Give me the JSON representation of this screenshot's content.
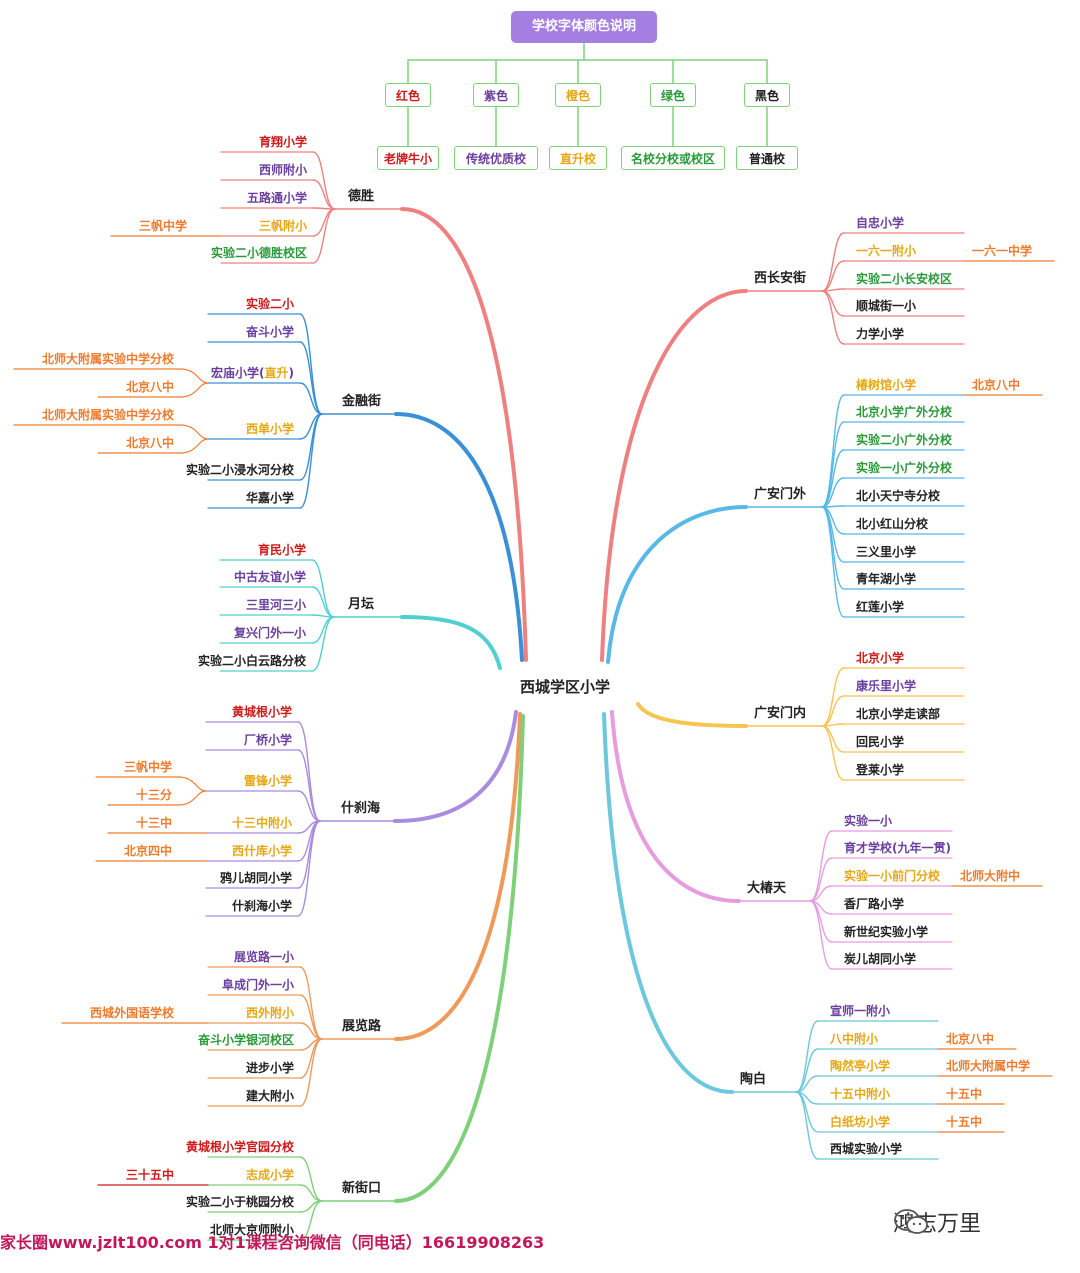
{
  "colors": {
    "red": "#cc1b1b",
    "purple": "#6a3fa0",
    "orange": "#ef7c2e",
    "gold": "#e6a817",
    "green": "#2a9a3a",
    "black": "#222222",
    "legend_line": "#7fd47a"
  },
  "legend": {
    "title": "学校字体颜色说明",
    "items": [
      {
        "color_name": "红色",
        "meaning": "老牌牛小",
        "color": "#cc1b1b"
      },
      {
        "color_name": "紫色",
        "meaning": "传统优质校",
        "color": "#6a3fa0"
      },
      {
        "color_name": "橙色",
        "meaning": "直升校",
        "color": "#e6a817"
      },
      {
        "color_name": "绿色",
        "meaning": "名校分校或校区",
        "color": "#2a9a3a"
      },
      {
        "color_name": "黑色",
        "meaning": "普通校",
        "color": "#222222"
      }
    ]
  },
  "center": "西城学区小学",
  "branches": [
    {
      "name": "德胜",
      "color": "#ef8080",
      "side": "left",
      "schools": [
        {
          "name": "育翔小学",
          "tone": "red"
        },
        {
          "name": "西师附小",
          "tone": "purple"
        },
        {
          "name": "五路通小学",
          "tone": "purple"
        },
        {
          "name": "三帆附小",
          "tone": "gold",
          "next": "三帆中学",
          "next_tone": "orange"
        },
        {
          "name": "实验二小德胜校区",
          "tone": "green"
        }
      ]
    },
    {
      "name": "金融街",
      "color": "#3a8fd6",
      "side": "left",
      "schools": [
        {
          "name": "实验二小",
          "tone": "red"
        },
        {
          "name": "奋斗小学",
          "tone": "purple"
        },
        {
          "name": "宏庙小学(",
          "tone": "purple",
          "suffix": "直升",
          "suffix_tone": "gold",
          "suffix_end": ")",
          "next": [
            "北师大附属实验中学分校",
            "北京八中"
          ],
          "next_tone": "orange"
        },
        {
          "name": "西单小学",
          "tone": "gold",
          "next": [
            "北师大附属实验中学分校",
            "北京八中"
          ],
          "next_tone": "orange"
        },
        {
          "name": "实验二小浸水河分校",
          "tone": "black"
        },
        {
          "name": "华嘉小学",
          "tone": "black"
        }
      ]
    },
    {
      "name": "月坛",
      "color": "#4fd0cf",
      "side": "left",
      "schools": [
        {
          "name": "育民小学",
          "tone": "red"
        },
        {
          "name": "中古友谊小学",
          "tone": "purple"
        },
        {
          "name": "三里河三小",
          "tone": "purple"
        },
        {
          "name": "复兴门外一小",
          "tone": "purple"
        },
        {
          "name": "实验二小白云路分校",
          "tone": "black"
        }
      ]
    },
    {
      "name": "什刹海",
      "color": "#a98be0",
      "side": "left",
      "schools": [
        {
          "name": "黄城根小学",
          "tone": "red"
        },
        {
          "name": "厂桥小学",
          "tone": "purple"
        },
        {
          "name": "雷锋小学",
          "tone": "gold",
          "next": [
            "三帆中学",
            "十三分"
          ],
          "next_tone": "orange"
        },
        {
          "name": "十三中附小",
          "tone": "gold",
          "next": "十三中",
          "next_tone": "orange"
        },
        {
          "name": "西什库小学",
          "tone": "gold",
          "next": "北京四中",
          "next_tone": "orange"
        },
        {
          "name": "鸦儿胡同小学",
          "tone": "black"
        },
        {
          "name": "什刹海小学",
          "tone": "black"
        }
      ]
    },
    {
      "name": "展览路",
      "color": "#ef9a5a",
      "side": "left",
      "schools": [
        {
          "name": "展览路一小",
          "tone": "purple"
        },
        {
          "name": "阜成门外一小",
          "tone": "purple"
        },
        {
          "name": "西外附小",
          "tone": "gold",
          "next": "西城外国语学校",
          "next_tone": "orange"
        },
        {
          "name": "奋斗小学银河校区",
          "tone": "green"
        },
        {
          "name": "进步小学",
          "tone": "black"
        },
        {
          "name": "建大附小",
          "tone": "black"
        }
      ]
    },
    {
      "name": "新街口",
      "color": "#7ed07a",
      "side": "left",
      "schools": [
        {
          "name": "黄城根小学官园分校",
          "tone": "red"
        },
        {
          "name": "志成小学",
          "tone": "gold",
          "next": "三十五中",
          "next_tone": "red"
        },
        {
          "name": "实验二小于桃园分校",
          "tone": "black"
        },
        {
          "name": "北师大京师附小",
          "tone": "black"
        }
      ]
    },
    {
      "name": "西长安街",
      "color": "#ef8080",
      "side": "right",
      "schools": [
        {
          "name": "自忠小学",
          "tone": "purple"
        },
        {
          "name": "一六一附小",
          "tone": "gold",
          "next": "一六一中学",
          "next_tone": "orange"
        },
        {
          "name": "实验二小长安校区",
          "tone": "green"
        },
        {
          "name": "顺城街一小",
          "tone": "black"
        },
        {
          "name": "力学小学",
          "tone": "black"
        }
      ]
    },
    {
      "name": "广安门外",
      "color": "#58b8e6",
      "side": "right",
      "schools": [
        {
          "name": "椿树馆小学",
          "tone": "gold",
          "next": "北京八中",
          "next_tone": "orange"
        },
        {
          "name": "北京小学广外分校",
          "tone": "green"
        },
        {
          "name": "实验二小广外分校",
          "tone": "green"
        },
        {
          "name": "实验一小广外分校",
          "tone": "green"
        },
        {
          "name": "北小天宁寺分校",
          "tone": "black"
        },
        {
          "name": "北小红山分校",
          "tone": "black"
        },
        {
          "name": "三义里小学",
          "tone": "black"
        },
        {
          "name": "青年湖小学",
          "tone": "black"
        },
        {
          "name": "红莲小学",
          "tone": "black"
        }
      ]
    },
    {
      "name": "广安门内",
      "color": "#f5c451",
      "side": "right",
      "schools": [
        {
          "name": "北京小学",
          "tone": "red"
        },
        {
          "name": "康乐里小学",
          "tone": "purple"
        },
        {
          "name": "北京小学走读部",
          "tone": "black"
        },
        {
          "name": "回民小学",
          "tone": "black"
        },
        {
          "name": "登莱小学",
          "tone": "black"
        }
      ]
    },
    {
      "name": "大椿天",
      "color": "#e89ce0",
      "side": "right",
      "schools": [
        {
          "name": "实验一小",
          "tone": "purple"
        },
        {
          "name": "育才学校(九年一贯)",
          "tone": "purple"
        },
        {
          "name": "实验一小前门分校",
          "tone": "gold",
          "next": "北师大附中",
          "next_tone": "orange"
        },
        {
          "name": "香厂路小学",
          "tone": "black"
        },
        {
          "name": "新世纪实验小学",
          "tone": "black"
        },
        {
          "name": "炭儿胡同小学",
          "tone": "black"
        }
      ]
    },
    {
      "name": "陶白",
      "color": "#6cc8dc",
      "side": "right",
      "schools": [
        {
          "name": "宣师一附小",
          "tone": "purple"
        },
        {
          "name": "八中附小",
          "tone": "gold",
          "next": "北京八中",
          "next_tone": "orange"
        },
        {
          "name": "陶然亭小学",
          "tone": "gold",
          "next": "北师大附属中学",
          "next_tone": "orange"
        },
        {
          "name": "十五中附小",
          "tone": "gold",
          "next": "十五中",
          "next_tone": "orange"
        },
        {
          "name": "白纸坊小学",
          "tone": "gold",
          "next": "十五中",
          "next_tone": "orange"
        },
        {
          "name": "西城实验小学",
          "tone": "black"
        }
      ]
    }
  ],
  "footer": {
    "text": "家长圈www.jzlt100.com  1对1课程咨询微信（同电话）16619908263"
  },
  "brand": {
    "name": "鸿志万里",
    "icon": "wechat-icon"
  }
}
